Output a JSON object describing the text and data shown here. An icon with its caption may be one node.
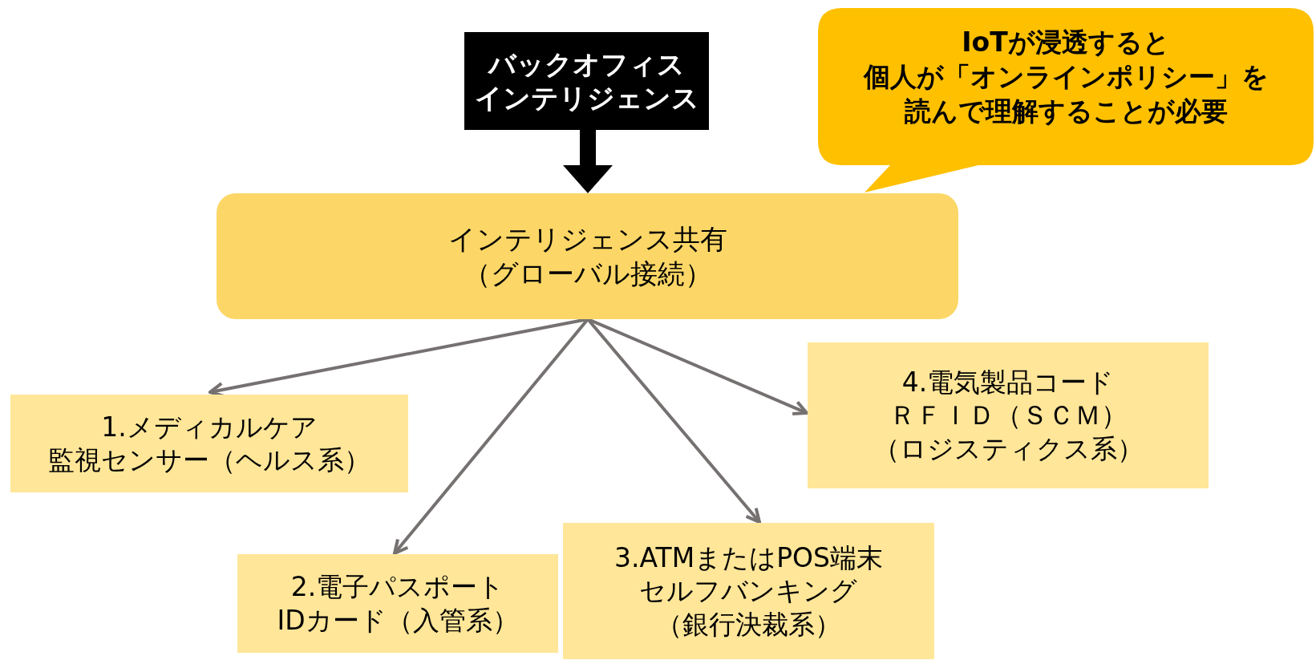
{
  "diagram": {
    "nodes": [
      {
        "text": [
          "バックオフィスインテリジェンス"
        ]
      },
      {
        "text": [
          "IoTが浸透すると個人が「オンラインポリシー」を読んで理解することが必要"
        ]
      },
      {
        "text": [
          "インテリジェンス共有（グローバル接続）"
        ]
      },
      {
        "text": [
          "1.メディカルケア監視センサー（ヘルス系）"
        ]
      },
      {
        "text": [
          "4.電気製品コードＲＦＩＤ（ＳＣＭ）（ロジスティクス系）"
        ]
      },
      {
        "text": [
          "2.電子パスポートIDカード（入管系）"
        ]
      },
      {
        "text": [
          "3.ATMまたはPOS端末セルフバンキング（銀行決裁系）"
        ]
      }
    ],
    "edges": [
      {
        "from": 0,
        "to": 2,
        "arrow": "to",
        "style": "thick",
        "color": "#000000"
      },
      {
        "from": 2,
        "to": 3,
        "arrow": "to"
      },
      {
        "from": 2,
        "to": 5,
        "arrow": "to"
      },
      {
        "from": 2,
        "to": 6,
        "arrow": "to"
      },
      {
        "from": 2,
        "to": 4,
        "arrow": "to"
      }
    ]
  }
}
